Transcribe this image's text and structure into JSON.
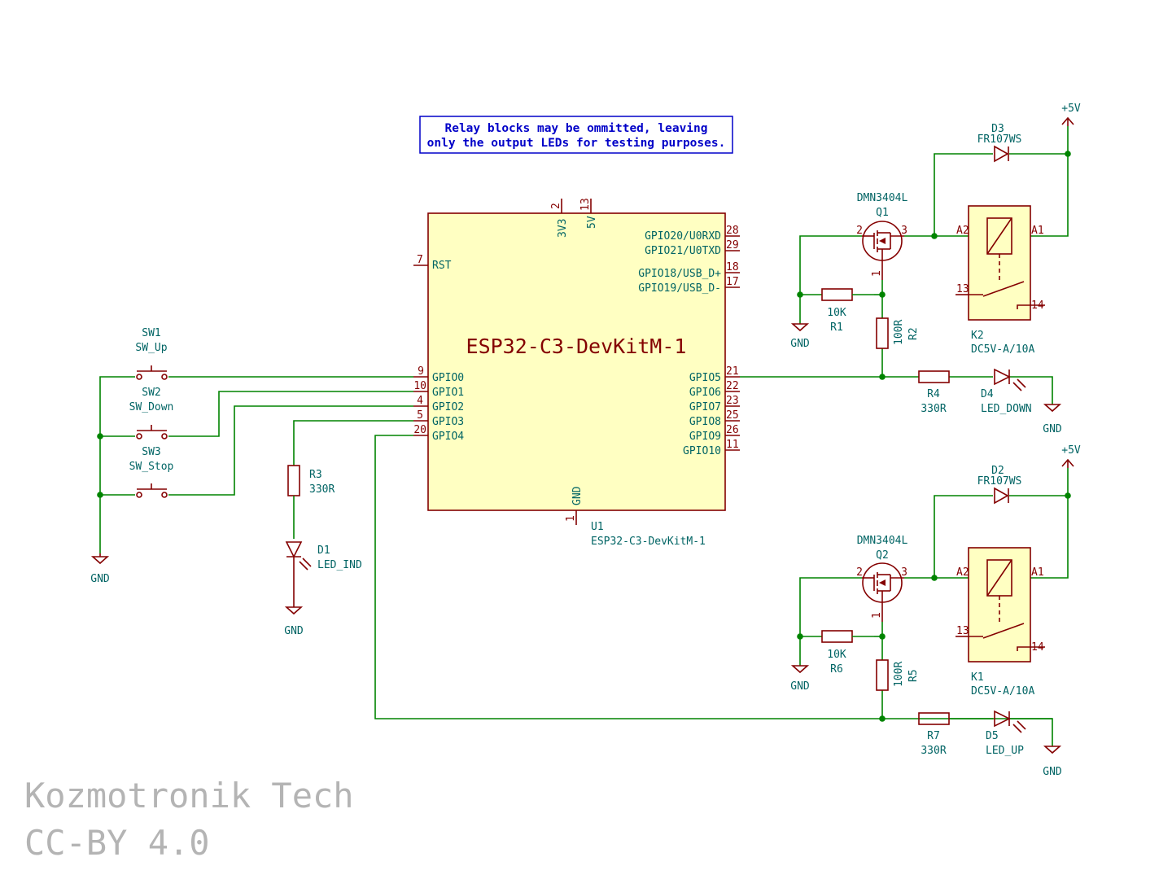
{
  "note": {
    "line1": "Relay blocks may be ommitted, leaving",
    "line2": "only the output LEDs for testing purposes."
  },
  "watermark": {
    "line1": "Kozmotronik Tech",
    "line2": "CC-BY 4.0"
  },
  "u1": {
    "title": "ESP32-C3-DevKitM-1",
    "ref": "U1",
    "value": "ESP32-C3-DevKitM-1",
    "pins_top": [
      {
        "num": "2",
        "name": "3V3"
      },
      {
        "num": "13",
        "name": "5V"
      }
    ],
    "pin_bottom": {
      "num": "1",
      "name": "GND"
    },
    "pin_rst": {
      "num": "7",
      "name": "RST"
    },
    "pins_left": [
      {
        "num": "9",
        "name": "GPIO0"
      },
      {
        "num": "10",
        "name": "GPIO1"
      },
      {
        "num": "4",
        "name": "GPIO2"
      },
      {
        "num": "5",
        "name": "GPIO3"
      },
      {
        "num": "20",
        "name": "GPIO4"
      }
    ],
    "pins_right_top": [
      {
        "num": "28",
        "name": "GPIO20/U0RXD"
      },
      {
        "num": "29",
        "name": "GPIO21/U0TXD"
      },
      {
        "num": "18",
        "name": "GPIO18/USB_D+"
      },
      {
        "num": "17",
        "name": "GPIO19/USB_D-"
      }
    ],
    "pins_right": [
      {
        "num": "21",
        "name": "GPIO5"
      },
      {
        "num": "22",
        "name": "GPIO6"
      },
      {
        "num": "23",
        "name": "GPIO7"
      },
      {
        "num": "25",
        "name": "GPIO8"
      },
      {
        "num": "26",
        "name": "GPIO9"
      },
      {
        "num": "11",
        "name": "GPIO10"
      }
    ]
  },
  "switches": [
    {
      "ref": "SW1",
      "value": "SW_Up"
    },
    {
      "ref": "SW2",
      "value": "SW_Down"
    },
    {
      "ref": "SW3",
      "value": "SW_Stop"
    }
  ],
  "r3": {
    "ref": "R3",
    "value": "330R"
  },
  "d1": {
    "ref": "D1",
    "value": "LED_IND"
  },
  "gnd_label": "GND",
  "vcc_label": "+5V",
  "block_top": {
    "q": {
      "value": "DMN3404L",
      "ref": "Q1",
      "pins": [
        "2",
        "3",
        "1"
      ]
    },
    "r_gate": {
      "value": "10K",
      "ref": "R1"
    },
    "r_series": {
      "value": "100R",
      "ref": "R2"
    },
    "r_led": {
      "ref": "R4",
      "value": "330R"
    },
    "led": {
      "ref": "D4",
      "value": "LED_DOWN"
    },
    "diode": {
      "ref": "D3",
      "value": "FR107WS"
    },
    "relay": {
      "ref": "K2",
      "value": "DC5V-A/10A",
      "pins": [
        "A2",
        "A1",
        "13",
        "14"
      ]
    }
  },
  "block_bottom": {
    "q": {
      "value": "DMN3404L",
      "ref": "Q2",
      "pins": [
        "2",
        "3",
        "1"
      ]
    },
    "r_gate": {
      "value": "10K",
      "ref": "R6"
    },
    "r_series": {
      "value": "100R",
      "ref": "R5"
    },
    "r_led": {
      "ref": "R7",
      "value": "330R"
    },
    "led": {
      "ref": "D5",
      "value": "LED_UP"
    },
    "diode": {
      "ref": "D2",
      "value": "FR107WS"
    },
    "relay": {
      "ref": "K1",
      "value": "DC5V-A/10A",
      "pins": [
        "A2",
        "A1",
        "13",
        "14"
      ]
    }
  }
}
